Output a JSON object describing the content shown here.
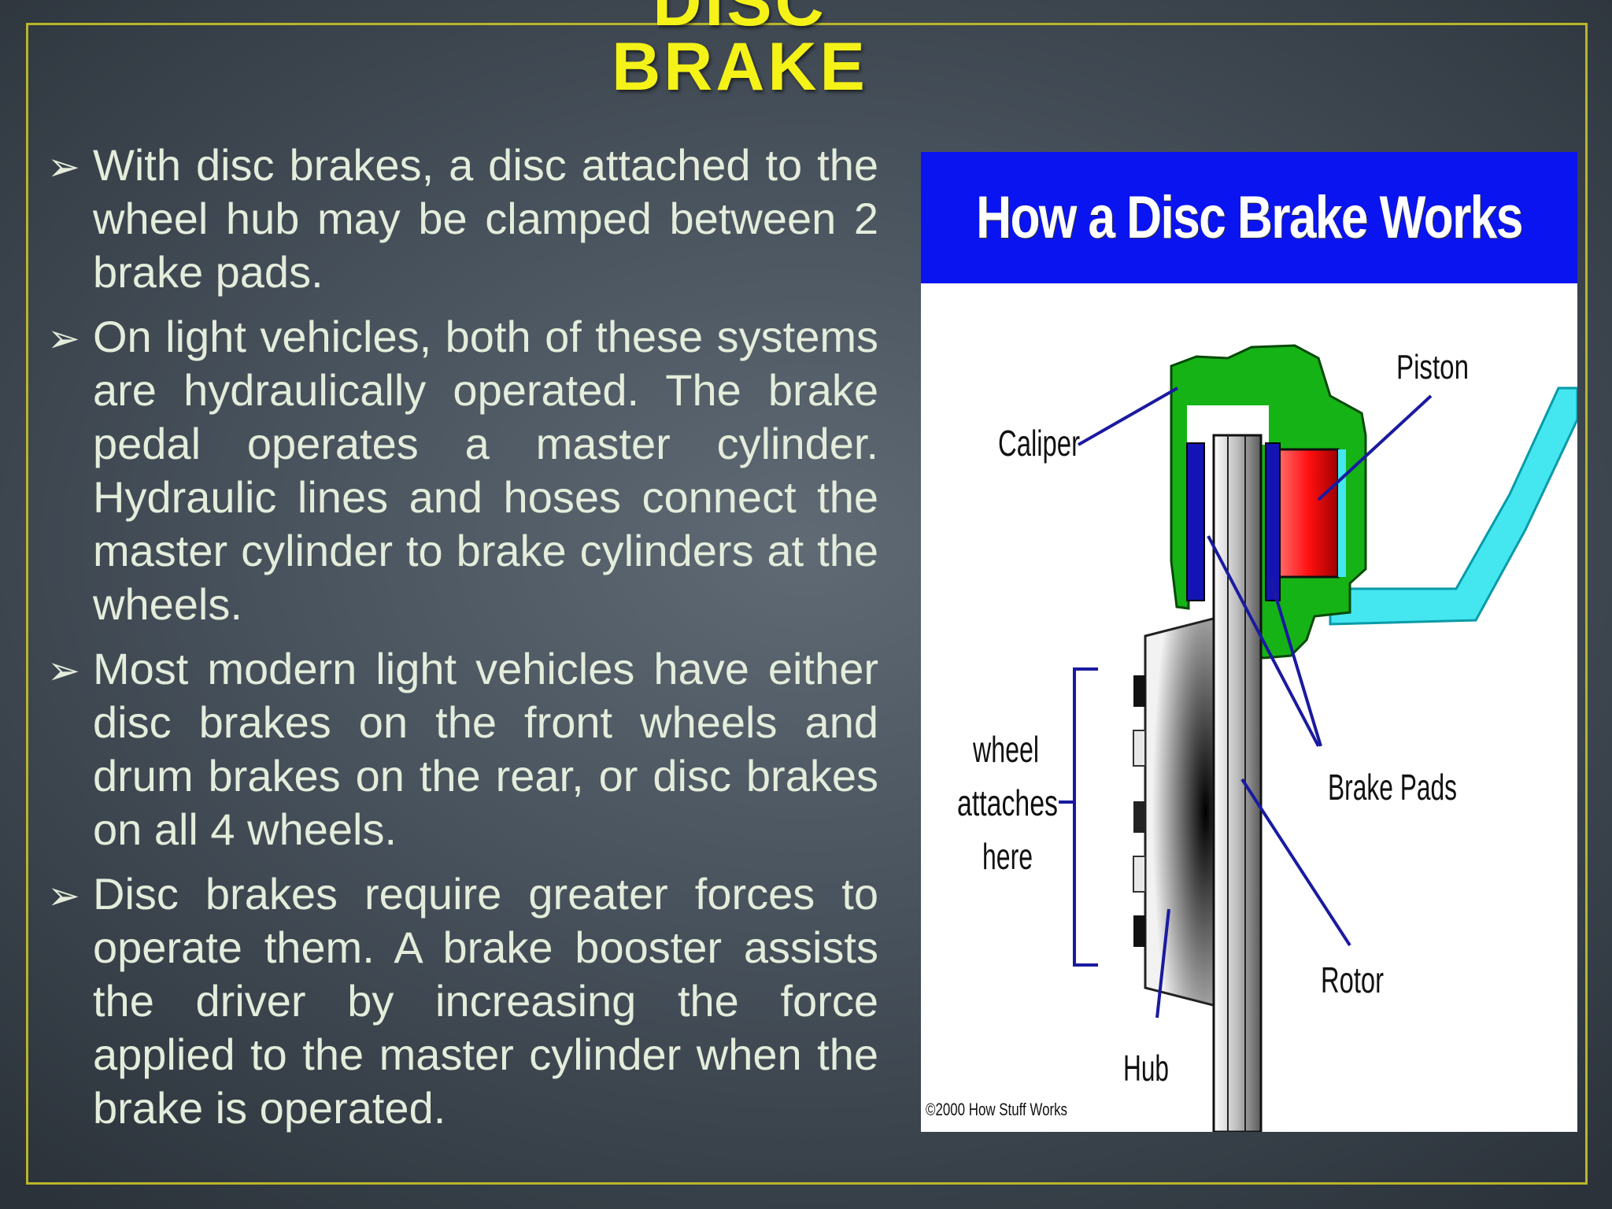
{
  "slide": {
    "title_line1": "DISC",
    "title_line2": "BRAKE",
    "bullets": [
      "With disc brakes, a disc attached to the wheel hub may be clamped between 2 brake pads.",
      "On light vehicles, both of these systems are hydraulically operated. The brake pedal operates a master cylinder. Hydraulic lines and hoses connect the master cylinder to brake cylinders at the wheels.",
      "Most modern light vehicles have either disc brakes on the front wheels and drum brakes on the rear, or disc brakes on all 4 wheels.",
      "Disc brakes require greater forces to operate them. A brake booster assists the driver by increasing the force applied to the master cylinder when the brake is operated."
    ],
    "bullet_icon": "arrow-bullet-icon"
  },
  "figure": {
    "title": "How a Disc Brake Works",
    "labels": {
      "piston": "Piston",
      "caliper": "Caliper",
      "wheel_line1": "wheel",
      "wheel_line2": "attaches",
      "wheel_line3": "here",
      "brake_pads": "Brake Pads",
      "rotor": "Rotor",
      "hub": "Hub"
    },
    "copyright": "©2000 How Stuff Works"
  },
  "colors": {
    "title": "#f5f218",
    "frame": "#b9b52a",
    "text": "#e4ecdb",
    "figure_header": "#0a14f0",
    "caliper": "#11bb11",
    "piston": "#ee1111",
    "hydraulic_line": "#44e6f0"
  }
}
